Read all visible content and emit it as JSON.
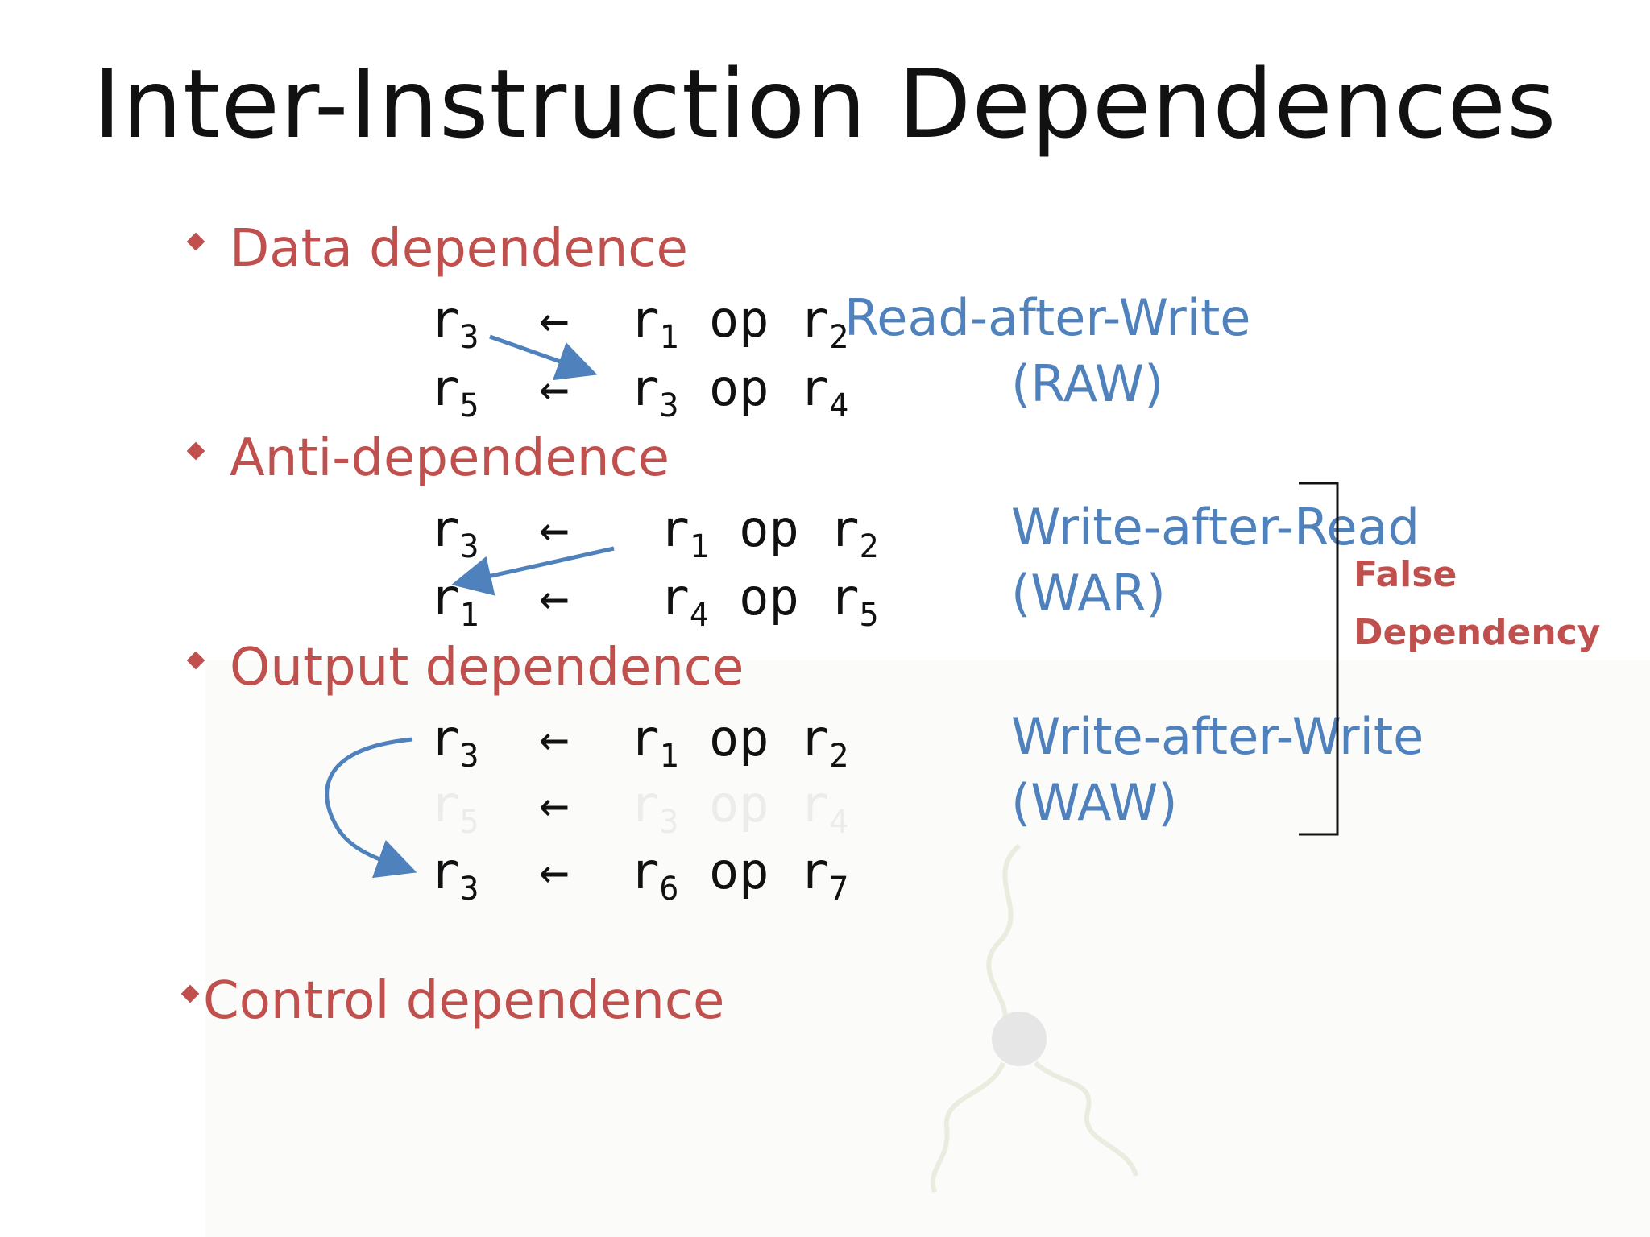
{
  "title": "Inter-Instruction Dependences",
  "bullets": {
    "data_dep": "Data dependence",
    "anti_dep": "Anti-dependence",
    "output_dep": "Output dependence",
    "control_dep": "Control dependence"
  },
  "code": {
    "raw": [
      {
        "dst": "r",
        "dst_sub": "3",
        "arrow": "←",
        "a": "r",
        "a_sub": "1",
        "op": "op",
        "b": "r",
        "b_sub": "2"
      },
      {
        "dst": "r",
        "dst_sub": "5",
        "arrow": "←",
        "a": "r",
        "a_sub": "3",
        "op": "op",
        "b": "r",
        "b_sub": "4"
      }
    ],
    "war": [
      {
        "dst": "r",
        "dst_sub": "3",
        "arrow": "←",
        "a": "r",
        "a_sub": "1",
        "op": "op",
        "b": "r",
        "b_sub": "2"
      },
      {
        "dst": "r",
        "dst_sub": "1",
        "arrow": "←",
        "a": "r",
        "a_sub": "4",
        "op": "op",
        "b": "r",
        "b_sub": "5"
      }
    ],
    "waw": [
      {
        "dst": "r",
        "dst_sub": "3",
        "arrow": "←",
        "a": "r",
        "a_sub": "1",
        "op": "op",
        "b": "r",
        "b_sub": "2"
      },
      {
        "dst": "r",
        "dst_sub": "5",
        "arrow": "←",
        "a": "r",
        "a_sub": "3",
        "op": "op",
        "b": "r",
        "b_sub": "4"
      },
      {
        "dst": "r",
        "dst_sub": "3",
        "arrow": "←",
        "a": "r",
        "a_sub": "6",
        "op": "op",
        "b": "r",
        "b_sub": "7"
      }
    ]
  },
  "labels": {
    "raw_line1": "Read-after-Write",
    "raw_line2": "(RAW)",
    "war_line1": "Write-after-Read",
    "war_line2": "(WAR)",
    "waw_line1": "Write-after-Write",
    "waw_line2": "(WAW)",
    "false_line1": "False",
    "false_line2": "Dependency"
  },
  "colors": {
    "accent_red": "#c0504d",
    "accent_blue": "#4f81bd",
    "text": "#111111"
  }
}
